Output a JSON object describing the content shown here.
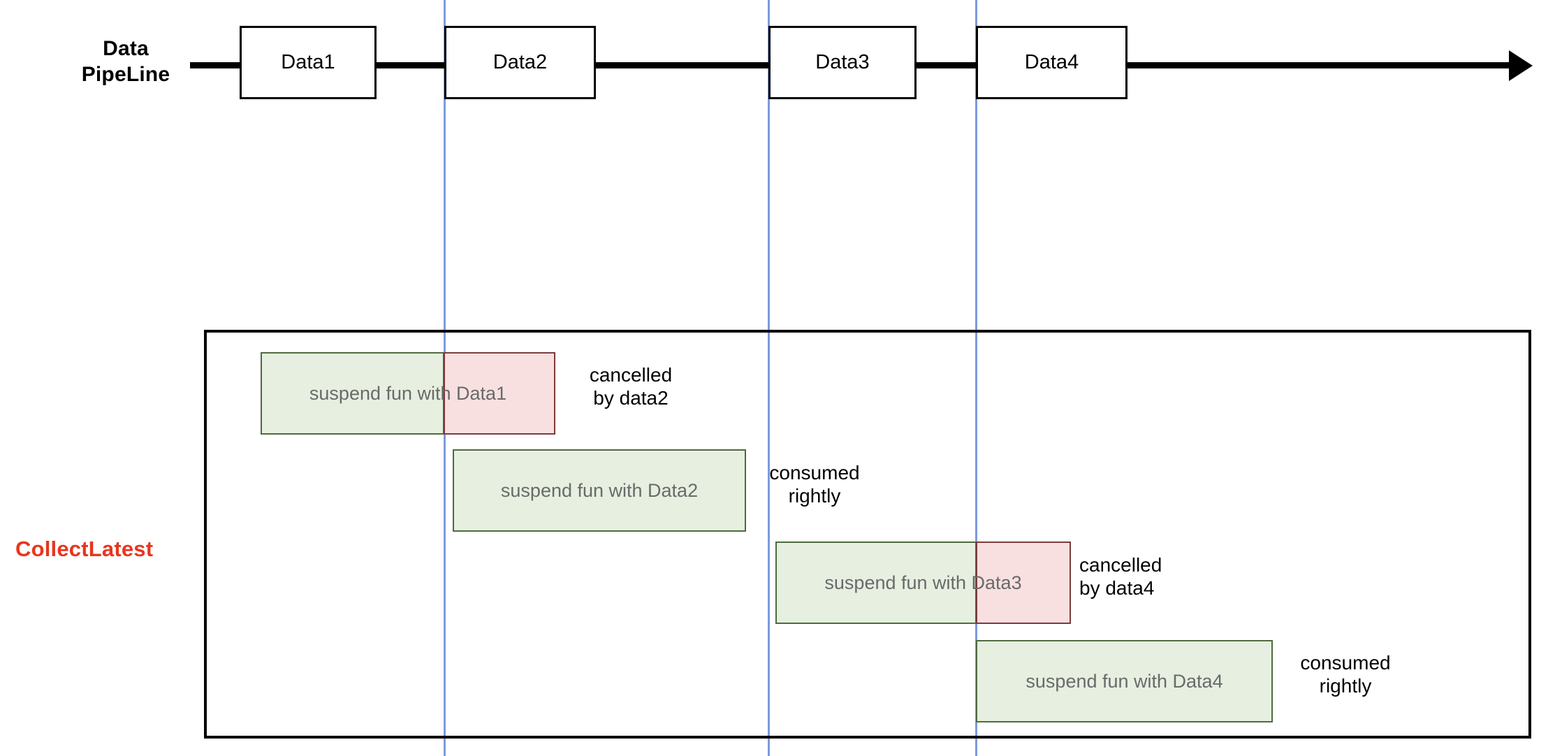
{
  "pipeline": {
    "label_line1": "Data",
    "label_line2": "PipeLine",
    "boxes": [
      {
        "label": "Data1"
      },
      {
        "label": "Data2"
      },
      {
        "label": "Data3"
      },
      {
        "label": "Data4"
      }
    ],
    "arrow_icon": "right-arrow-icon"
  },
  "collect": {
    "label": "CollectLatest",
    "accent_color": "#e8351d"
  },
  "bars": [
    {
      "text": "suspend fun with Data1",
      "note_line1": "cancelled",
      "note_line2": "by data2",
      "state": "cancelled",
      "fill_green": "#e6efe0",
      "fill_pink": "#f8e0e0"
    },
    {
      "text": "suspend fun with Data2",
      "note_line1": "consumed",
      "note_line2": "rightly",
      "state": "consumed",
      "fill_green": "#e6efe0",
      "fill_pink": ""
    },
    {
      "text": "suspend fun with Data3",
      "note_line1": "cancelled",
      "note_line2": "by data4",
      "state": "cancelled",
      "fill_green": "#e6efe0",
      "fill_pink": "#f8e0e0"
    },
    {
      "text": "suspend fun with Data4",
      "note_line1": "consumed",
      "note_line2": "rightly",
      "state": "consumed",
      "fill_green": "#e6efe0",
      "fill_pink": ""
    }
  ],
  "guides": {
    "color": "#7b9bdd",
    "count": 3
  }
}
